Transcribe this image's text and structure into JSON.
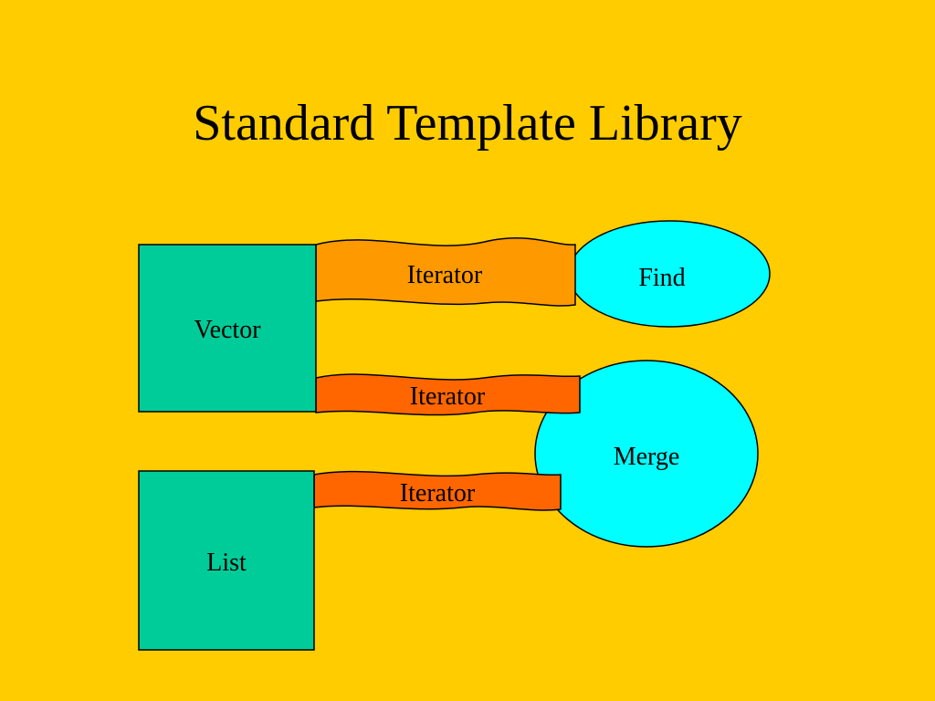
{
  "slide": {
    "title": "Standard Template Library"
  },
  "diagram": {
    "containers": {
      "vector": {
        "label": "Vector",
        "color": "#00CC99"
      },
      "list": {
        "label": "List",
        "color": "#00CC99"
      }
    },
    "algorithms": {
      "find": {
        "label": "Find",
        "color": "#00FFFF"
      },
      "merge": {
        "label": "Merge",
        "color": "#00FFFF"
      }
    },
    "iterators": {
      "vector_find": {
        "label": "Iterator",
        "color": "#FF9900"
      },
      "vector_merge": {
        "label": "Iterator",
        "color": "#FF6600"
      },
      "list_merge": {
        "label": "Iterator",
        "color": "#FF6600"
      }
    },
    "colors": {
      "background": "#FFCC00",
      "stroke": "#000000"
    }
  }
}
